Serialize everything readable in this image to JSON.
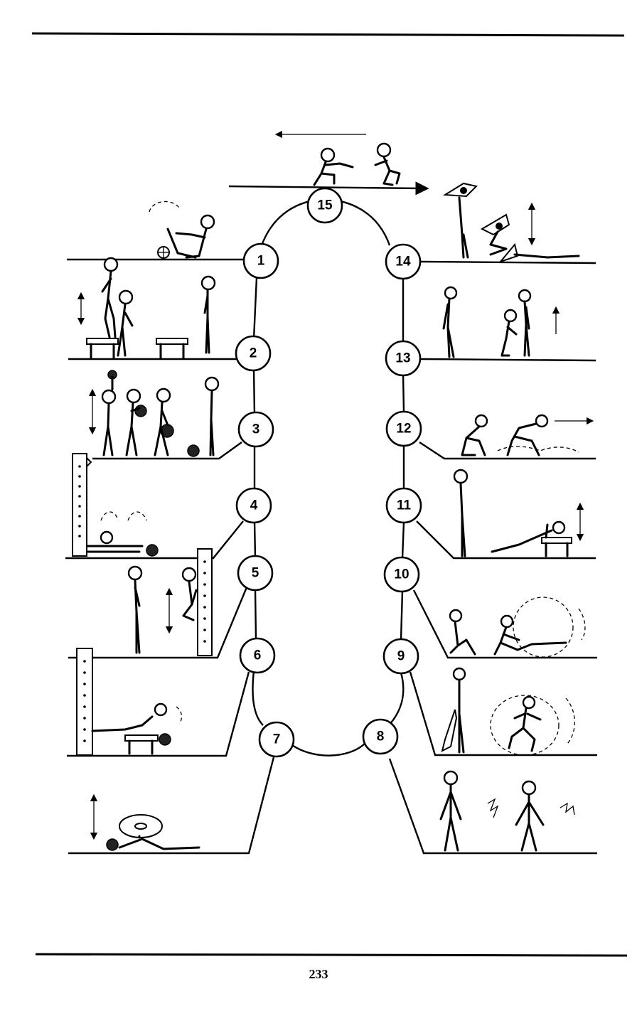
{
  "page_number": "233",
  "stations": [
    {
      "label": "1"
    },
    {
      "label": "2"
    },
    {
      "label": "3"
    },
    {
      "label": "4"
    },
    {
      "label": "5"
    },
    {
      "label": "6"
    },
    {
      "label": "7"
    },
    {
      "label": "8"
    },
    {
      "label": "9"
    },
    {
      "label": "10"
    },
    {
      "label": "11"
    },
    {
      "label": "12"
    },
    {
      "label": "13"
    },
    {
      "label": "14"
    },
    {
      "label": "15"
    }
  ]
}
